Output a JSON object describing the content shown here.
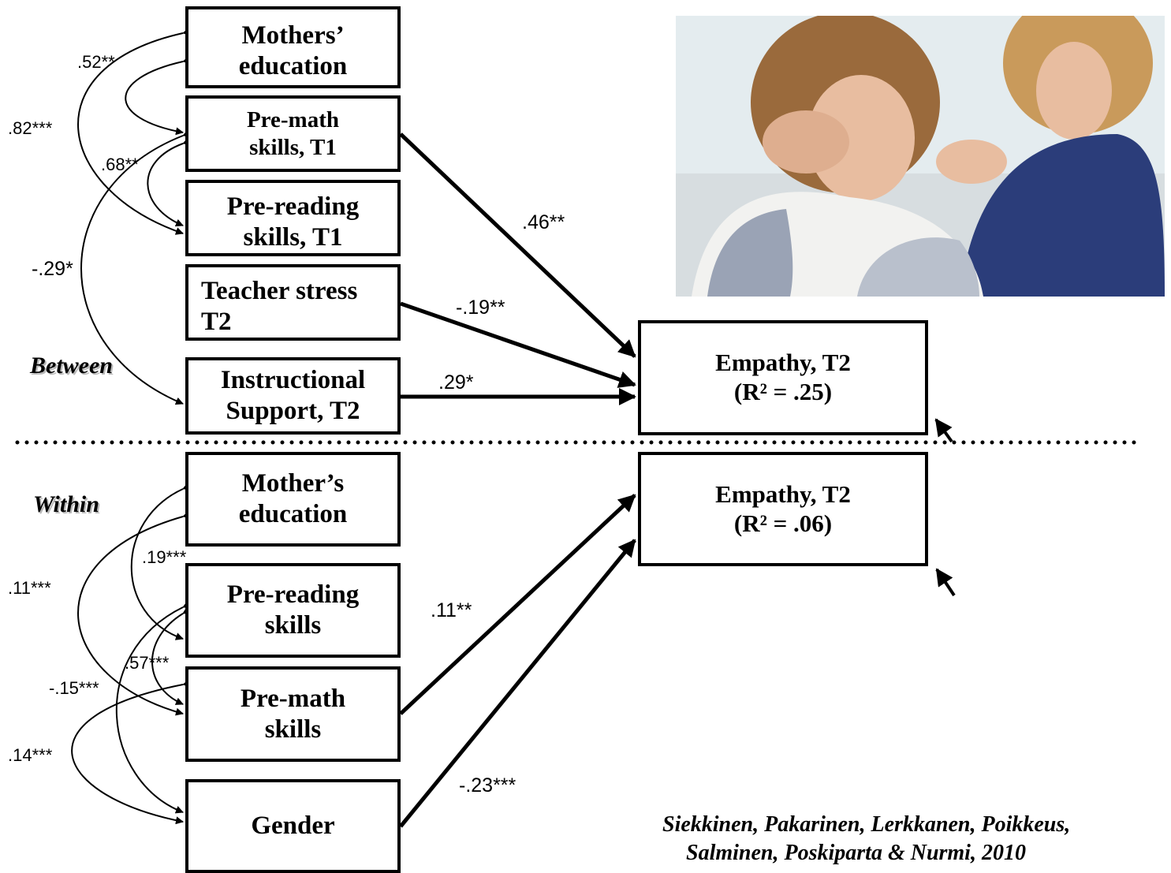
{
  "between_label": "Between",
  "within_label": "Within",
  "between": {
    "mothers_education": [
      "Mothers’",
      "education"
    ],
    "premath_t1": [
      "Pre-math",
      "skills, T1"
    ],
    "prereading_t1": [
      "Pre-reading",
      "skills, T1"
    ],
    "teacher_stress": [
      "Teacher stress",
      "T2"
    ],
    "instructional_support": [
      "Instructional",
      "Support, T2"
    ],
    "empathy": [
      "Empathy, T2",
      "(R² = .25)"
    ]
  },
  "within": {
    "mothers_education": [
      "Mother’s",
      "education"
    ],
    "prereading": [
      "Pre-reading",
      "skills"
    ],
    "premath": [
      "Pre-math",
      "skills"
    ],
    "gender": [
      "Gender"
    ],
    "empathy": [
      "Empathy, T2",
      "(R² = .06)"
    ]
  },
  "coefficients": {
    "b_mom_premath": ".52**",
    "b_mom_prereading": ".82***",
    "b_premath_prereading": ".68**",
    "b_premath_instr": "-.29*",
    "b_premath_empathy": ".46**",
    "b_stress_empathy": "-.19**",
    "b_instr_empathy": ".29*",
    "w_mom_prereading": ".19***",
    "w_mom_premath": ".11***",
    "w_prereading_premath": ".57***",
    "w_prereading_gender": "-.15***",
    "w_premath_gender": ".14***",
    "w_premath_empathy": ".11**",
    "w_gender_empathy": "-.23***"
  },
  "citation": [
    "Siekkinen, Pakarinen, Lerkkanen, Poikkeus,",
    "Salminen, Poskiparta & Nurmi, 2010"
  ],
  "photo": {
    "description_icon": "comforting-girls-photo",
    "colors": {
      "sky": "#e4ecef",
      "hair": "#9a6a3c",
      "sweater": "#2b3d7a",
      "skin": "#e8bda0",
      "shirt": "#f2f2f0"
    }
  }
}
